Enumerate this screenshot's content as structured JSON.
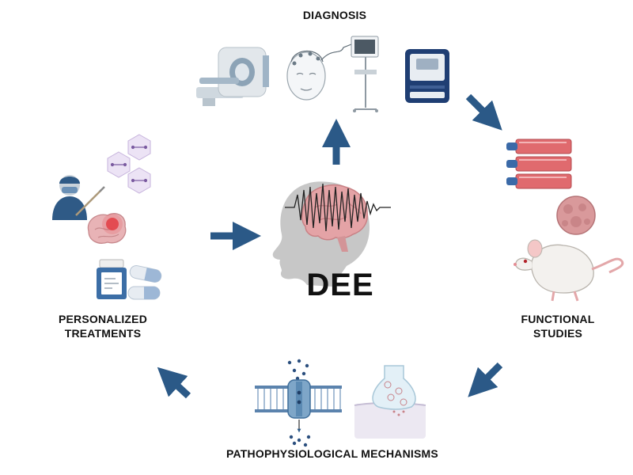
{
  "center": {
    "label": "DEE"
  },
  "stages": {
    "diagnosis": {
      "label": "DIAGNOSIS"
    },
    "functional": {
      "line1": "FUNCTIONAL",
      "line2": "STUDIES"
    },
    "mechanisms": {
      "label": "PATHOPHYSIOLOGICAL MECHANISMS"
    },
    "treatments": {
      "line1": "PERSONALIZED",
      "line2": "TREATMENTS"
    }
  },
  "colors": {
    "arrow": "#2b5987",
    "brain": "#e4a3a6",
    "head": "#c7c7c7",
    "flask": "#e06a6e",
    "pill_blue": "#9db7d6",
    "membrane": "#7ea6c8"
  },
  "icons": [
    "mri-scanner-icon",
    "eeg-head-icon",
    "eeg-monitor-icon",
    "sequencer-icon",
    "cell-culture-flasks-icon",
    "organoid-icon",
    "mouse-icon",
    "synapse-icon",
    "ion-channel-icon",
    "pill-bottle-icon",
    "capsule-icon",
    "surgeon-icon",
    "brain-lesion-icon",
    "molecule-hexagon-icon"
  ]
}
